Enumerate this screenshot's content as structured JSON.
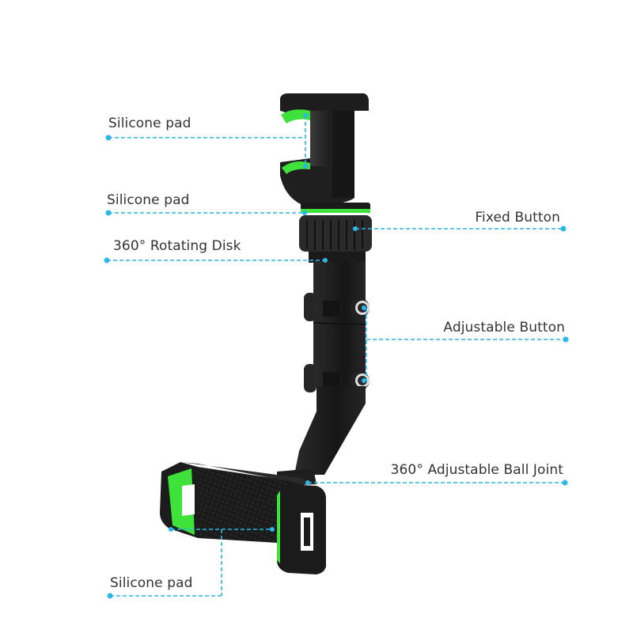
{
  "diagram": {
    "subject": "Rear-view mirror phone holder",
    "colors": {
      "background": "#ffffff",
      "callout_line": "#2db6e6",
      "label_text": "#333333",
      "body": "#1c1c1c",
      "accent_green": "#3fe23a"
    },
    "callouts": [
      {
        "id": "top-silicone-pad",
        "label": "Silicone pad",
        "side": "left"
      },
      {
        "id": "middle-silicone-pad",
        "label": "Silicone pad",
        "side": "left"
      },
      {
        "id": "rotating-disk",
        "label": "360° Rotating Disk",
        "side": "left"
      },
      {
        "id": "fixed-button",
        "label": "Fixed Button",
        "side": "right"
      },
      {
        "id": "adjustable-button",
        "label": "Adjustable Button",
        "side": "right"
      },
      {
        "id": "ball-joint",
        "label": "360° Adjustable Ball Joint",
        "side": "right"
      },
      {
        "id": "bottom-silicone-pad",
        "label": "Silicone pad",
        "side": "left"
      }
    ]
  }
}
